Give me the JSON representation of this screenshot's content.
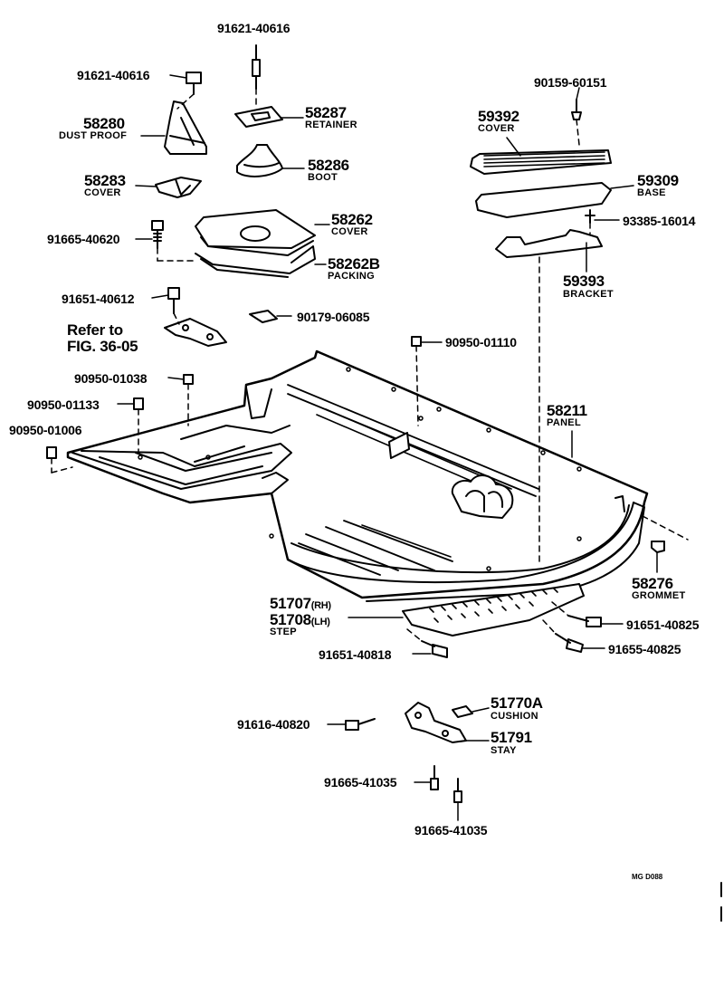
{
  "parts": {
    "bolt_91621_top": "91621-40616",
    "bolt_91621_left": "91621-40616",
    "dust_proof_no": "58280",
    "dust_proof_name": "DUST PROOF",
    "retainer_no": "58287",
    "retainer_name": "RETAINER",
    "boot_no": "58286",
    "boot_name": "BOOT",
    "cover_58283_no": "58283",
    "cover_58283_name": "COVER",
    "bolt_91665_40620": "91665-40620",
    "cover_58262_no": "58262",
    "cover_58262_name": "COVER",
    "packing_no": "58262B",
    "packing_name": "PACKING",
    "bolt_91651_40612": "91651-40612",
    "nut_90179": "90179-06085",
    "refer_line1": "Refer to",
    "refer_line2": "FIG. 36-05",
    "plug_90950_01110": "90950-01110",
    "plug_90950_01038": "90950-01038",
    "plug_90950_01133": "90950-01133",
    "plug_90950_01006": "90950-01006",
    "screw_90159": "90159-60151",
    "cover_59392_no": "59392",
    "cover_59392_name": "COVER",
    "base_no": "59309",
    "base_name": "BASE",
    "screw_93385": "93385-16014",
    "bracket_no": "59393",
    "bracket_name": "BRACKET",
    "panel_no": "58211",
    "panel_name": "PANEL",
    "grommet_no": "58276",
    "grommet_name": "GROMMET",
    "step_rh_no": "51707",
    "step_rh_suffix": "(RH)",
    "step_lh_no": "51708",
    "step_lh_suffix": "(LH)",
    "step_name": "STEP",
    "bolt_91651_40825": "91651-40825",
    "bolt_91655_40825": "91655-40825",
    "bolt_91651_40818": "91651-40818",
    "cushion_no": "51770A",
    "cushion_name": "CUSHION",
    "bolt_91616_40820": "91616-40820",
    "stay_no": "51791",
    "stay_name": "STAY",
    "bolt_91665_41035_a": "91665-41035",
    "bolt_91665_41035_b": "91665-41035"
  },
  "footer": {
    "code": "MG D088"
  }
}
